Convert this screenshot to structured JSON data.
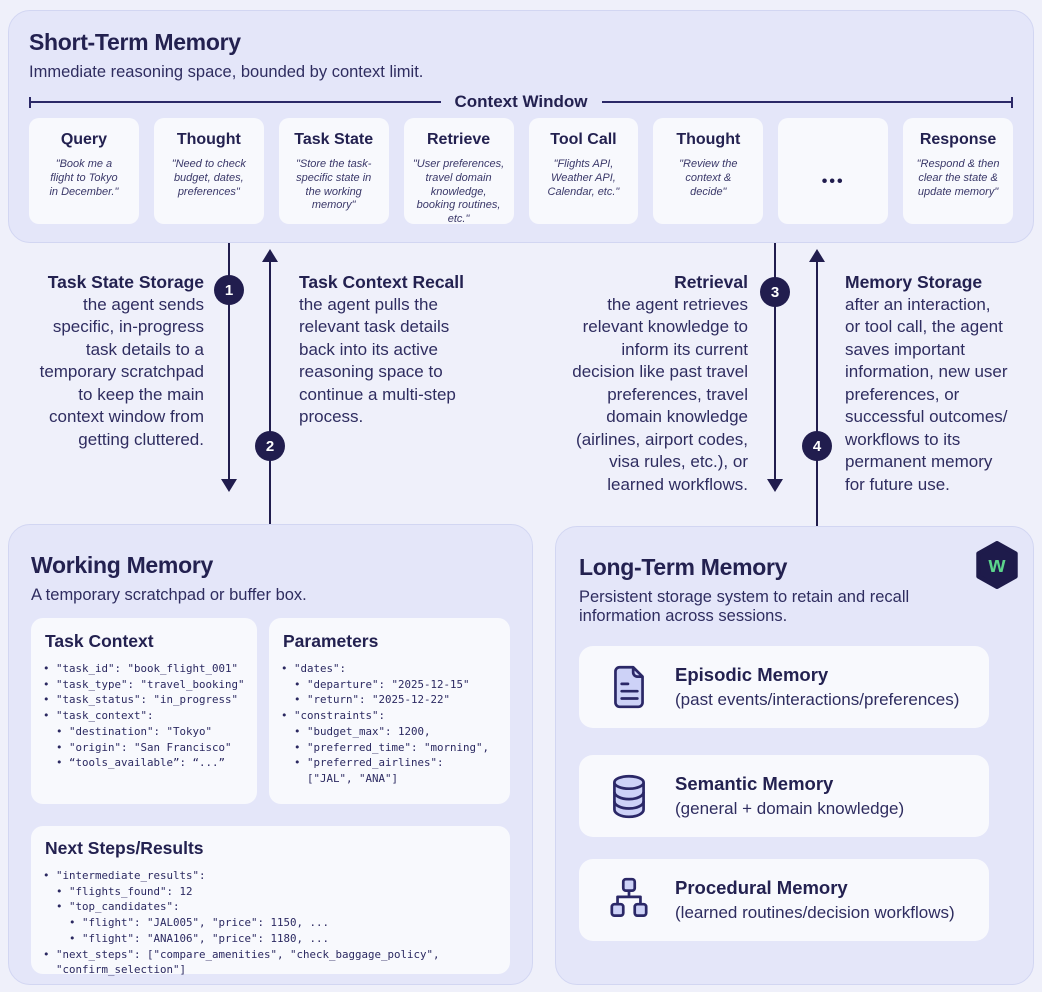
{
  "short_term": {
    "title": "Short-Term Memory",
    "subtitle": "Immediate reasoning space, bounded by context limit.",
    "context_window_label": "Context Window",
    "cards": [
      {
        "title": "Query",
        "quote": "\"Book me a\nflight to Tokyo\nin December.\""
      },
      {
        "title": "Thought",
        "quote": "\"Need to check\nbudget, dates,\npreferences\""
      },
      {
        "title": "Task State",
        "quote": "\"Store the task-\nspecific state in\nthe working\nmemory\""
      },
      {
        "title": "Retrieve",
        "quote": "\"User preferences,\ntravel domain\nknowledge,\nbooking routines,\netc.\""
      },
      {
        "title": "Tool Call",
        "quote": "\"Flights API,\nWeather API,\nCalendar, etc.\""
      },
      {
        "title": "Thought",
        "quote": "\"Review the\ncontext &\ndecide\""
      },
      {
        "title": "",
        "quote": "",
        "dots": "•••"
      },
      {
        "title": "Response",
        "quote": "\"Respond & then\nclear the state &\nupdate memory\""
      }
    ]
  },
  "flows": [
    {
      "number": "1",
      "title": "Task State Storage",
      "body": "the agent sends\nspecific, in-progress\ntask details to a\ntemporary scratchpad\nto keep the main\ncontext window from\ngetting cluttered.",
      "direction": "down"
    },
    {
      "number": "2",
      "title": "Task Context Recall",
      "body": "the agent pulls the\nrelevant task details\nback into its active\nreasoning space to\ncontinue a multi-step\nprocess.",
      "direction": "up"
    },
    {
      "number": "3",
      "title": "Retrieval",
      "body": "the agent retrieves\nrelevant knowledge to\ninform its current\ndecision like past travel\npreferences, travel\ndomain knowledge\n(airlines, airport codes,\nvisa rules, etc.), or\nlearned workflows.",
      "direction": "down"
    },
    {
      "number": "4",
      "title": "Memory Storage",
      "body": "after an interaction,\nor tool call, the agent\nsaves important\ninformation, new user\npreferences, or\nsuccessful outcomes/\nworkflows to its\npermanent memory\nfor future use.",
      "direction": "up"
    }
  ],
  "working_memory": {
    "title": "Working Memory",
    "subtitle": "A temporary scratchpad or buffer box.",
    "cards": [
      {
        "title": "Task Context",
        "lines": [
          "• \"task_id\": \"book_flight_001\"",
          "• \"task_type\": \"travel_booking\"",
          "• \"task_status\": \"in_progress\"",
          "• \"task_context\":",
          "  • \"destination\": \"Tokyo\"",
          "  • \"origin\": \"San Francisco\"",
          "  • “tools_available”: “...”"
        ]
      },
      {
        "title": "Parameters",
        "lines": [
          "• \"dates\":",
          "  • \"departure\": \"2025-12-15\"",
          "  • \"return\": \"2025-12-22\"",
          "• \"constraints\":",
          "  • \"budget_max\": 1200,",
          "  • \"preferred_time\": \"morning\",",
          "  • \"preferred_airlines\":",
          "    [\"JAL\", \"ANA\"]"
        ]
      },
      {
        "title": "Next Steps/Results",
        "lines": [
          "• \"intermediate_results\":",
          "  • \"flights_found\": 12",
          "  • \"top_candidates\":",
          "    • \"flight\": \"JAL005\", \"price\": 1150, ...",
          "    • \"flight\": \"ANA106\", \"price\": 1180, ...",
          "• \"next_steps\": [\"compare_amenities\", \"check_baggage_policy\",",
          "  \"confirm_selection\"]"
        ]
      }
    ]
  },
  "long_term": {
    "title": "Long-Term Memory",
    "subtitle": "Persistent storage system to retain and recall\ninformation across sessions.",
    "logo_icon": "weaviate-hexagon-logo",
    "rows": [
      {
        "icon": "document-icon",
        "title": "Episodic Memory",
        "desc": "(past events/interactions/preferences)"
      },
      {
        "icon": "database-icon",
        "title": "Semantic Memory",
        "desc": "(general + domain knowledge)"
      },
      {
        "icon": "hierarchy-icon",
        "title": "Procedural Memory",
        "desc": "(learned routines/decision workflows)"
      }
    ]
  },
  "colors": {
    "page_background": "#eff0fa",
    "panel_background": "#e4e6f9",
    "card_background": "#f8f9fd",
    "navy_text": "#232150",
    "arrow_navy": "#211d4e",
    "icon_fill": "#cdd2f7",
    "logo_hexagon": "#1e1b4b",
    "logo_green": "#5cd48c"
  }
}
